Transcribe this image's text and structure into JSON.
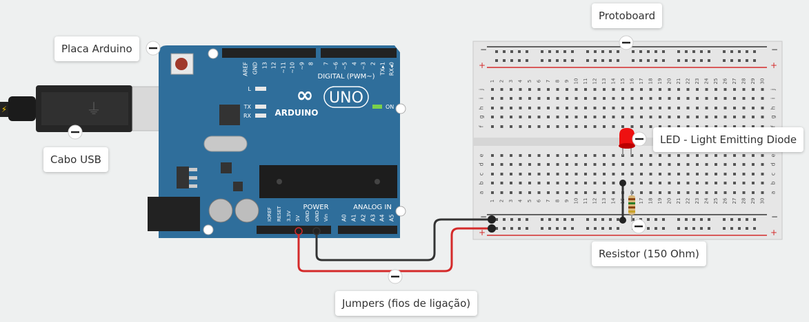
{
  "callouts": {
    "arduino": "Placa Arduino",
    "usb": "Cabo USB",
    "protoboard": "Protoboard",
    "led": "LED - Light Emitting Diode",
    "resistor": "Resistor (150 Ohm)",
    "jumpers": "Jumpers (fios de ligação)"
  },
  "arduino": {
    "logo": "ARDUINO",
    "model": "UNO",
    "digital_label": "DIGITAL (PWM~)",
    "power_label": "POWER",
    "analog_label": "ANALOG IN",
    "on_label": "ON",
    "led_l": "L",
    "led_tx": "TX",
    "led_rx": "RX",
    "digital_pins": [
      "AREF",
      "GND",
      "13",
      "12",
      "~11",
      "~10",
      "~9",
      "8",
      "7",
      "~6",
      "~5",
      "4",
      "~3",
      "2",
      "TX▸1",
      "RX◂0"
    ],
    "power_pins": [
      "IOREF",
      "RESET",
      "3.3V",
      "5V",
      "GND",
      "GND",
      "Vin"
    ],
    "analog_pins": [
      "A0",
      "A1",
      "A2",
      "A3",
      "A4",
      "A5"
    ]
  },
  "breadboard": {
    "rows_top": [
      "j",
      "i",
      "h",
      "g",
      "f"
    ],
    "rows_bottom": [
      "e",
      "d",
      "c",
      "b",
      "a"
    ],
    "minus": "−",
    "plus": "+"
  },
  "colors": {
    "board": "#2f6e9b",
    "wire_red": "#d42a2a",
    "wire_black": "#333333",
    "rail_red": "#d42a2a"
  }
}
